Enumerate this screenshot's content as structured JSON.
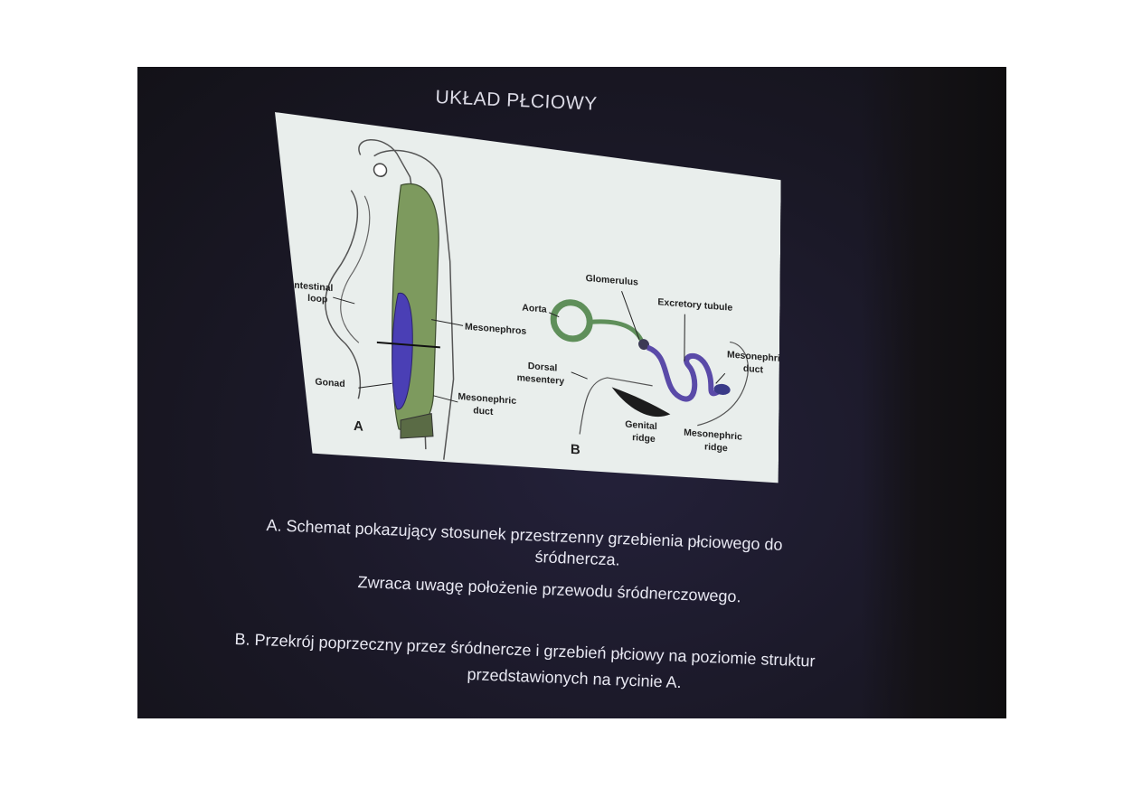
{
  "slide": {
    "title": "UKŁAD PŁCIOWY",
    "figure": {
      "panel_a": "A",
      "panel_b": "B",
      "labels": {
        "intestinal": "Intestinal",
        "loop": "loop",
        "mesonephros": "Mesonephros",
        "gonad": "Gonad",
        "mesonephric_a1": "Mesonephric",
        "duct_a": "duct",
        "glomerulus": "Glomerulus",
        "excretory_tubule": "Excretory tubule",
        "aorta": "Aorta",
        "mesonephric_b1": "Mesonephric",
        "duct_b": "duct",
        "dorsal": "Dorsal",
        "mesentery": "mesentery",
        "genital": "Genital",
        "ridge_g": "ridge",
        "mesonephric_r1": "Mesonephric",
        "ridge_m": "ridge"
      }
    },
    "caption": {
      "a_line1": "A. Schemat pokazujący stosunek przestrzenny grzebienia płciowego do",
      "a_line2": "śródnercza.",
      "a_line3": "Zwraca uwagę położenie przewodu śródnerczowego.",
      "b_line1": "B. Przekrój poprzeczny przez śródnercze i grzebień płciowy na poziomie struktur",
      "b_line2": "przedstawionych na rycinie A."
    }
  },
  "colors": {
    "mesonephros_green": "#7d9a5e",
    "gonad_blue": "#4a3fb5",
    "glomerulus_green": "#5f8f5a",
    "tubule_purple": "#5a4aa8"
  }
}
